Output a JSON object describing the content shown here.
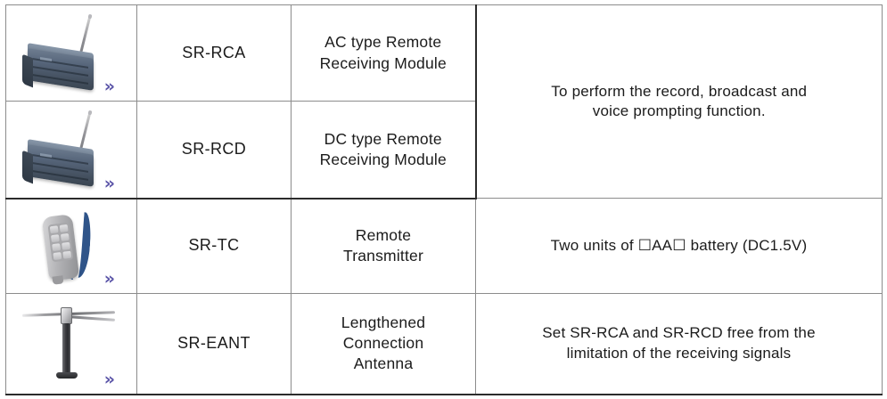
{
  "table": {
    "columns": [
      "product-image",
      "model-code",
      "product-name",
      "description"
    ],
    "rows": [
      {
        "image_name": "remote-receiving-module-image",
        "model": "SR-RCA",
        "name": "AC type Remote\nReceiving Module",
        "name_lines": [
          "AC type Remote",
          "Receiving Module"
        ],
        "marker": "»"
      },
      {
        "image_name": "remote-receiving-module-image",
        "model": "SR-RCD",
        "name": "DC type Remote\nReceiving Module",
        "name_lines": [
          "DC type Remote",
          "Receiving Module"
        ],
        "marker": "»"
      },
      {
        "image_name": "remote-transmitter-image",
        "model": "SR-TC",
        "name": "Remote\nTransmitter",
        "name_lines": [
          "Remote",
          "Transmitter"
        ],
        "marker": "»"
      },
      {
        "image_name": "lengthened-antenna-image",
        "model": "SR-EANT",
        "name": "Lengthened\nConnection\nAntenna",
        "name_lines": [
          "Lengthened",
          "Connection",
          "Antenna"
        ],
        "marker": "»"
      }
    ],
    "descriptions": [
      {
        "id": "description-receiving-modules",
        "rowspan": 2,
        "lines": [
          "To perform the record, broadcast and",
          "voice prompting function."
        ]
      },
      {
        "id": "description-transmitter",
        "rowspan": 1,
        "lines": [
          "Two units of ☐AA☐ battery (DC1.5V)"
        ]
      },
      {
        "id": "description-antenna",
        "rowspan": 1,
        "lines": [
          "Set SR-RCA and SR-RCD free from the",
          "limitation of the receiving signals"
        ]
      }
    ]
  },
  "colors": {
    "border": "#8c8c8c",
    "border_strong": "#2b2b2b",
    "text": "#1b1b1b",
    "marker": "#5b55a8",
    "module_body": "#56657a",
    "remote_body": "#b3b3b6",
    "lanyard": "#2f5489",
    "antenna_mast": "#3b3c40",
    "background": "#ffffff"
  }
}
